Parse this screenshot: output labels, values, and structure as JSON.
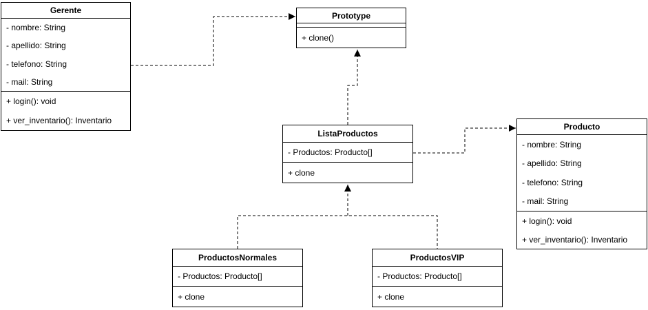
{
  "diagram": {
    "type": "uml-class-diagram",
    "colors": {
      "background": "#ffffff",
      "stroke": "#000000",
      "text": "#000000"
    },
    "classes": [
      {
        "title": "Gerente",
        "attributes": [
          "- nombre: String",
          "- apellido: String",
          "- telefono: String",
          "- mail: String"
        ],
        "methods": [
          "+ login(): void",
          "+ ver_inventario(): Inventario"
        ]
      },
      {
        "title": "Prototype",
        "attributes": [],
        "methods": [
          "+ clone()"
        ]
      },
      {
        "title": "ListaProductos",
        "attributes": [
          "- Productos: Producto[]"
        ],
        "methods": [
          "+ clone"
        ]
      },
      {
        "title": "Producto",
        "attributes": [
          "- nombre: String",
          "- apellido: String",
          "- telefono: String",
          "- mail: String"
        ],
        "methods": [
          "+ login(): void",
          "+ ver_inventario(): Inventario"
        ]
      },
      {
        "title": "ProductosNormales",
        "attributes": [
          "- Productos: Producto[]"
        ],
        "methods": [
          "+ clone"
        ]
      },
      {
        "title": "ProductosVIP",
        "attributes": [
          "- Productos: Producto[]"
        ],
        "methods": [
          "+ clone"
        ]
      }
    ],
    "relations": [
      {
        "from": "Gerente",
        "to": "Prototype",
        "style": "dashed",
        "arrowhead": "filled-triangle"
      },
      {
        "from": "ListaProductos",
        "to": "Prototype",
        "style": "dashed",
        "arrowhead": "filled-triangle"
      },
      {
        "from": "ListaProductos",
        "to": "Producto",
        "style": "dashed",
        "arrowhead": "filled-triangle"
      },
      {
        "from": "ProductosNormales",
        "to": "ListaProductos",
        "style": "dashed",
        "arrowhead": "filled-triangle"
      },
      {
        "from": "ProductosVIP",
        "to": "ListaProductos",
        "style": "dashed",
        "arrowhead": "filled-triangle"
      }
    ]
  }
}
